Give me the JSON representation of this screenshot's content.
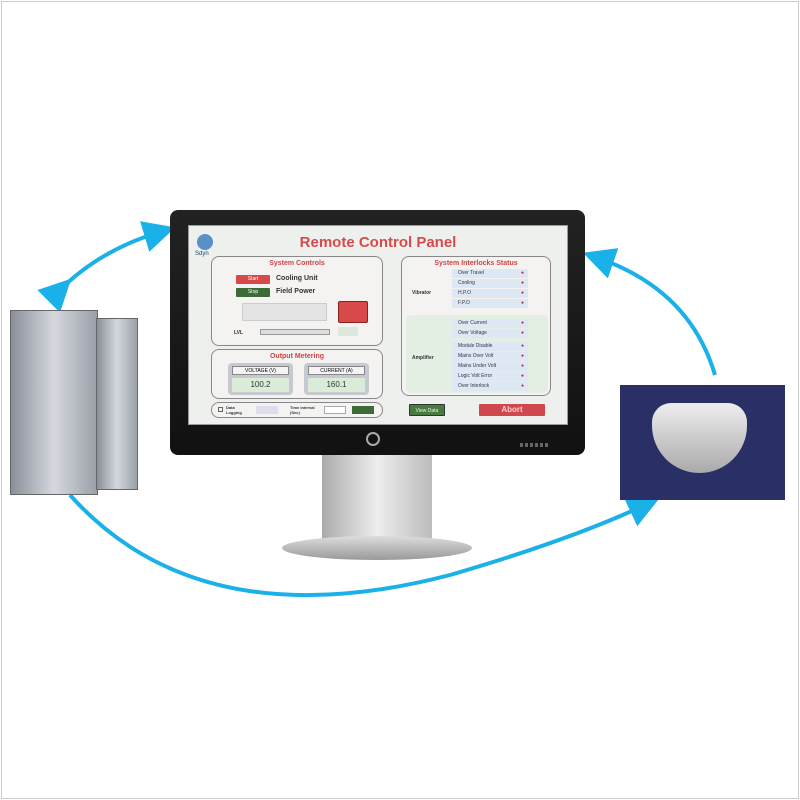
{
  "panel": {
    "title": "Remote Control Panel",
    "logo_text": "Sdyn",
    "system_controls": {
      "heading": "System Controls",
      "buttons": [
        "Start",
        "Stop"
      ],
      "labels": [
        "Cooling Unit",
        "Field Power"
      ],
      "lvl_label": "LVL"
    },
    "output_metering": {
      "heading": "Output Metering",
      "voltage_label": "VOLTAGE (V)",
      "voltage_value": "100.2",
      "current_label": "CURRENT (A)",
      "current_value": "160.1"
    },
    "interlocks": {
      "heading": "System Interlocks Status",
      "vibrator_label": "Vibrator",
      "vibrator_items": [
        "Over Travel",
        "Cooling",
        "H.P.O",
        "F.P.O"
      ],
      "amplifier_label": "Amplifier",
      "amplifier_items": [
        "Over Current",
        "Over Voltage",
        "Module Disable",
        "Mains Over Volt",
        "Mains Under Volt",
        "Logic Volt Error",
        "Over Interlock"
      ]
    },
    "bottom": {
      "data_logging": "Data Logging",
      "time_interval": "Time Interval (Sec)",
      "view_data": "View Data",
      "abort": "Abort"
    }
  },
  "colors": {
    "accent": "#1ab0e8",
    "title": "#d84a4a",
    "abort": "#d0484f",
    "green": "#4a7a40"
  }
}
